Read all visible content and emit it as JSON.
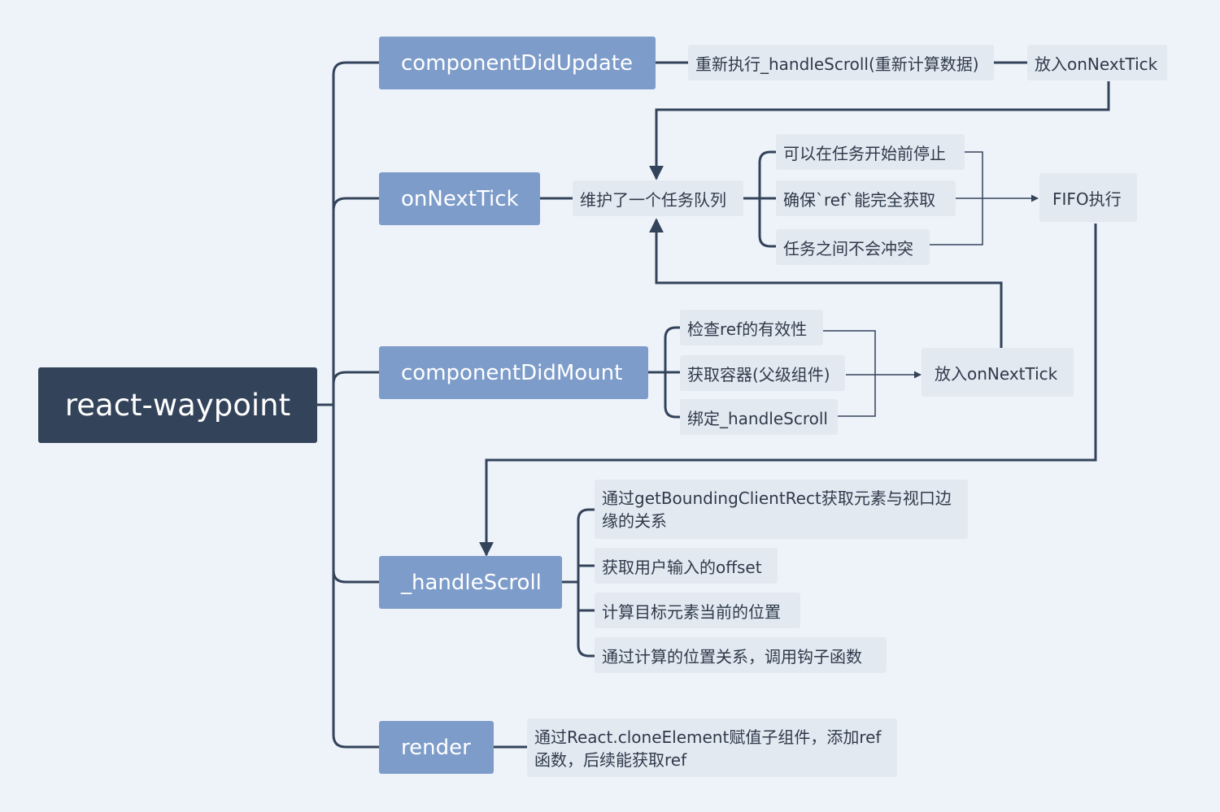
{
  "diagram": {
    "root": {
      "label": "react-waypoint"
    },
    "branches": {
      "componentDidUpdate": {
        "label": "componentDidUpdate",
        "steps": [
          "重新执行_handleScroll(重新计算数据)",
          "放入onNextTick"
        ]
      },
      "onNextTick": {
        "label": "onNextTick",
        "queue": "维护了一个任务队列",
        "features": [
          "可以在任务开始前停止",
          "确保`ref`能完全获取",
          "任务之间不会冲突"
        ],
        "result": "FIFO执行"
      },
      "componentDidMount": {
        "label": "componentDidMount",
        "steps": [
          "检查ref的有效性",
          "获取容器(父级组件)",
          "绑定_handleScroll"
        ],
        "result": "放入onNextTick"
      },
      "handleScroll": {
        "label": "_handleScroll",
        "steps": [
          "通过getBoundingClientRect获取元素与视口边缘的关系",
          "获取用户输入的offset",
          "计算目标元素当前的位置",
          "通过计算的位置关系，调用钩子函数"
        ]
      },
      "render": {
        "label": "render",
        "desc": "通过React.cloneElement赋值子组件，添加ref函数，后续能获取ref"
      }
    },
    "colors": {
      "root": "#33435a",
      "branch": "#7d9cca",
      "leaf": "#e3e9f1",
      "line": "#33435a",
      "background": "#eef3fa"
    }
  }
}
